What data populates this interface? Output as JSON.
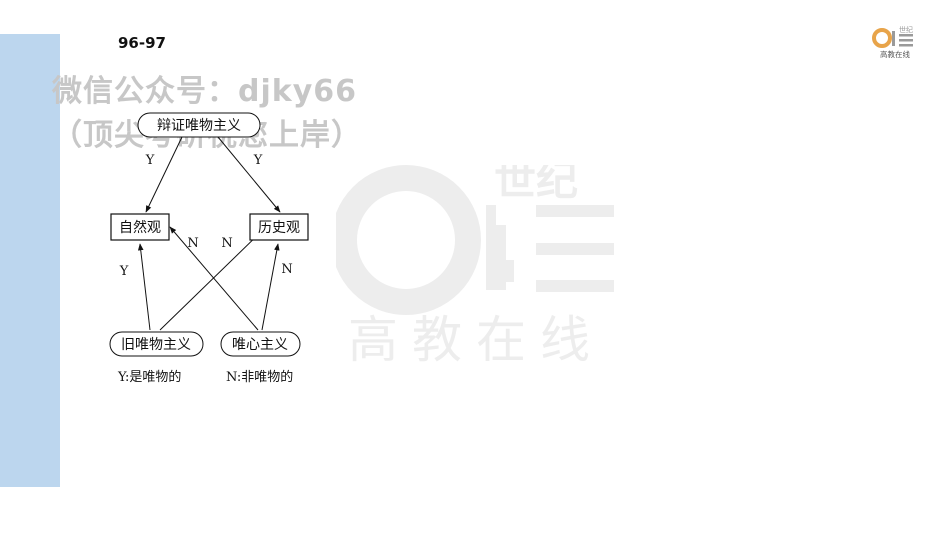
{
  "slide": {
    "page_number": "96-97"
  },
  "watermark": {
    "line1": "微信公众号：djky66",
    "line2": "（顶尖考研祝您上岸）"
  },
  "logo": {
    "large_top": "世纪",
    "large_bottom": "高教在线",
    "small_top": "世纪",
    "small_bottom": "高教在线"
  },
  "diagram": {
    "nodes": {
      "dialectical_materialism": "辩证唯物主义",
      "view_of_nature": "自然观",
      "view_of_history": "历史观",
      "old_materialism": "旧唯物主义",
      "idealism": "唯心主义"
    },
    "edge_labels": {
      "dm_to_nature": "Y",
      "dm_to_history": "Y",
      "old_to_nature": "Y",
      "idealism_to_nature": "N",
      "old_to_history": "N",
      "idealism_to_history": "N"
    },
    "legend": {
      "yes": "Y:是唯物的",
      "no": "N:非唯物的"
    }
  },
  "colors": {
    "sidebar": "#bcd6ee",
    "watermark": "#c7c7c7",
    "logo_watermark": "#ededed",
    "logo_orange": "#e8a44a"
  }
}
